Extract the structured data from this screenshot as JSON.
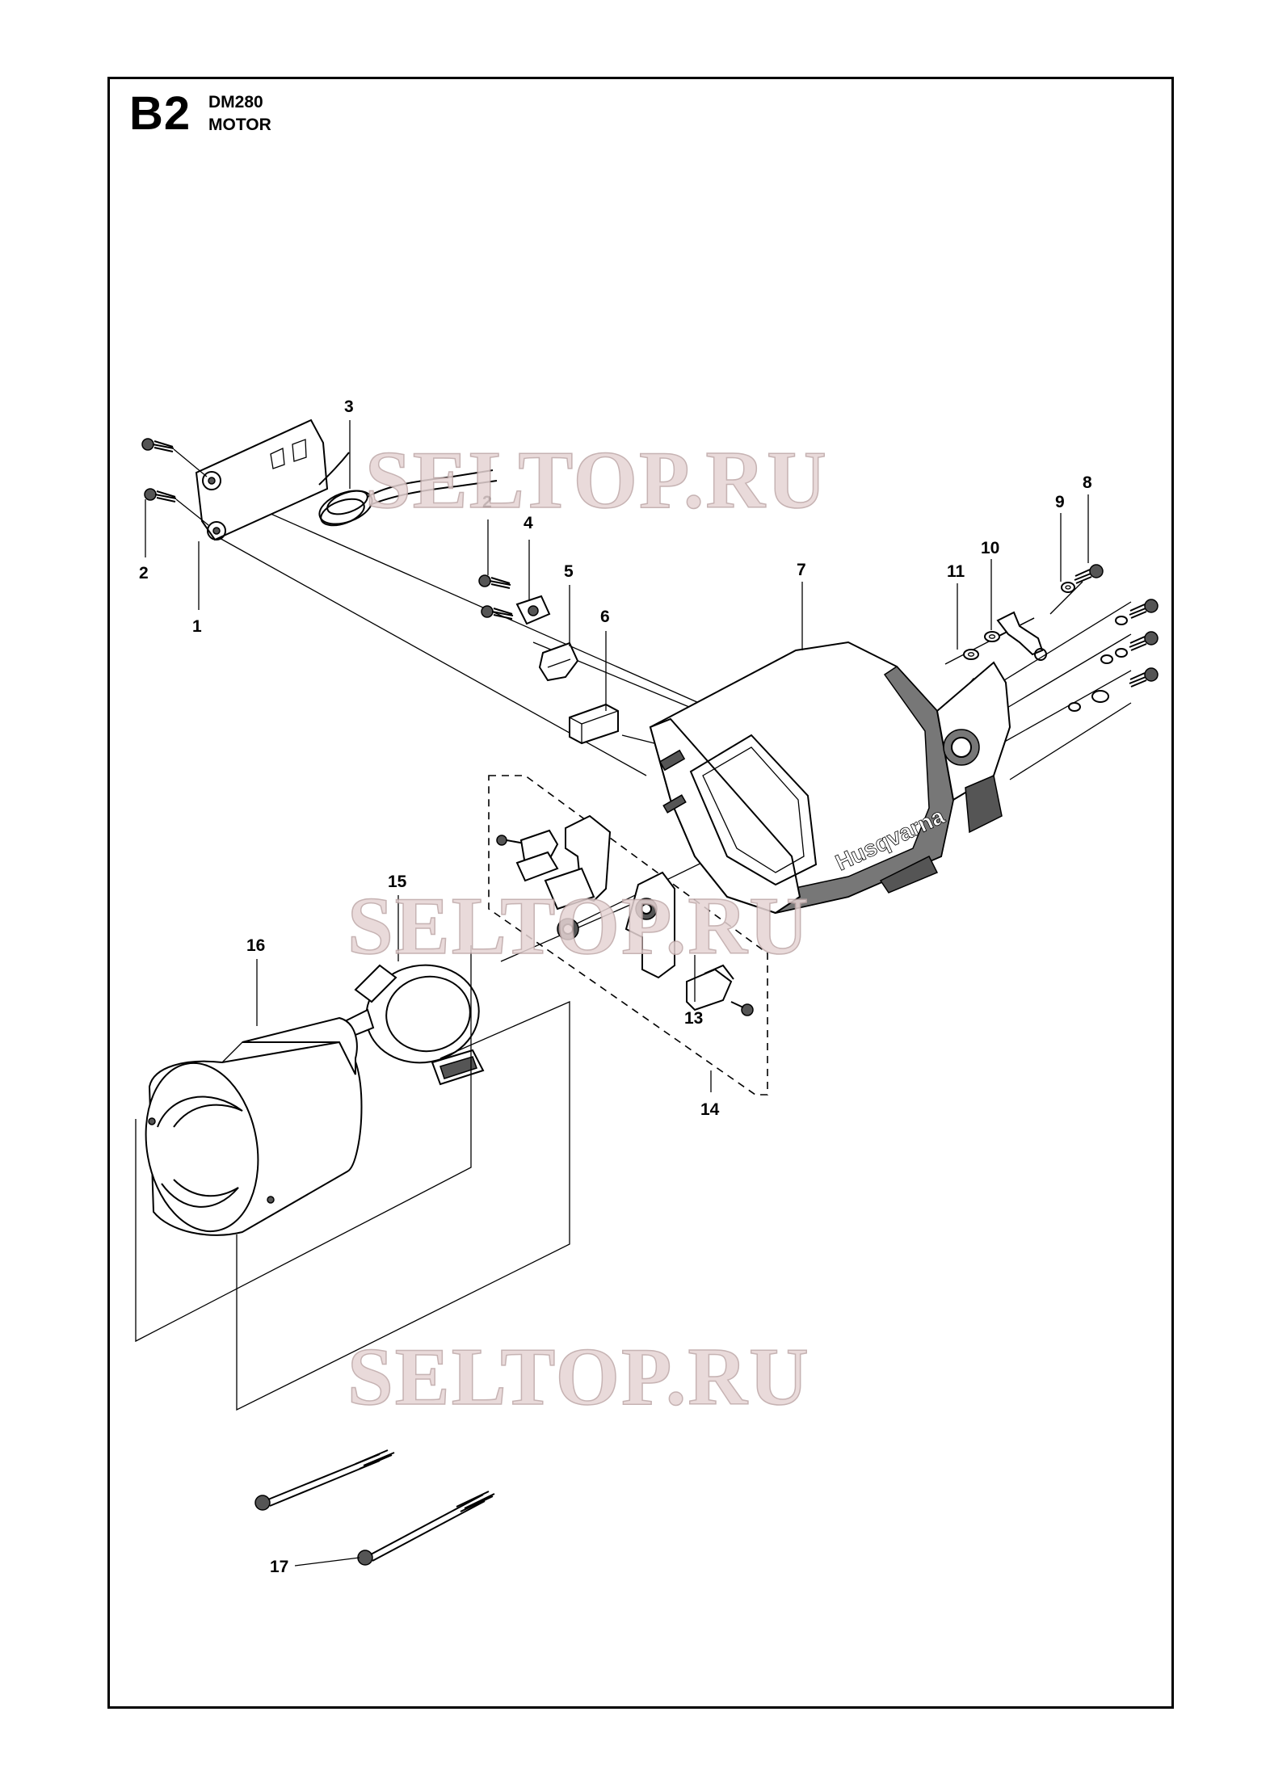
{
  "header": {
    "section_code": "B2",
    "model": "DM280",
    "title": "MOTOR"
  },
  "watermark": "SELTOP.RU",
  "housing_brand": "Husqvarna",
  "callouts": [
    "1",
    "2",
    "2",
    "3",
    "4",
    "5",
    "6",
    "7",
    "8",
    "9",
    "10",
    "11",
    "13",
    "14",
    "15",
    "16",
    "17"
  ]
}
